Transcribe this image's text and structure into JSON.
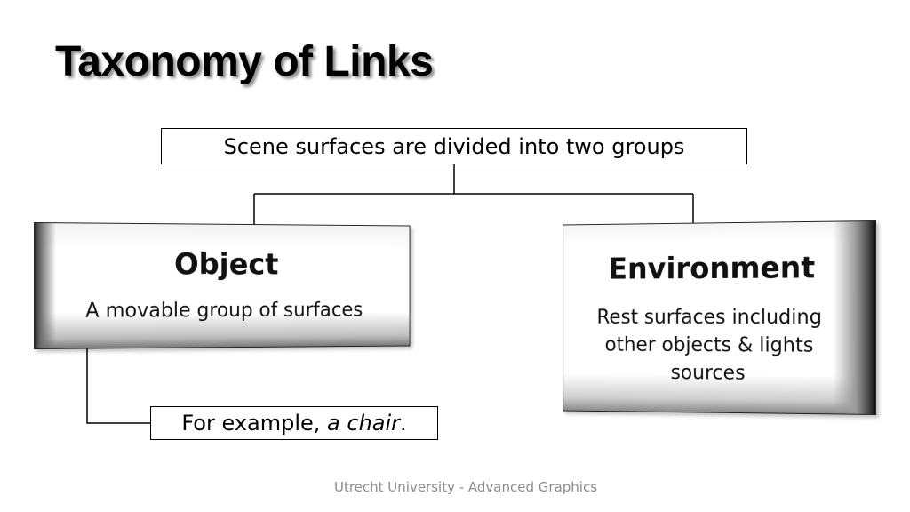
{
  "title": "Taxonomy of Links",
  "root": {
    "text": "Scene surfaces are divided into two groups"
  },
  "object": {
    "heading": "Object",
    "description": "A movable group of surfaces"
  },
  "environment": {
    "heading": "Environment",
    "description": "Rest surfaces including other objects & lights sources"
  },
  "example": {
    "prefix": "For example, ",
    "italic": "a chair",
    "suffix": "."
  },
  "footer": "Utrecht University - Advanced Graphics"
}
